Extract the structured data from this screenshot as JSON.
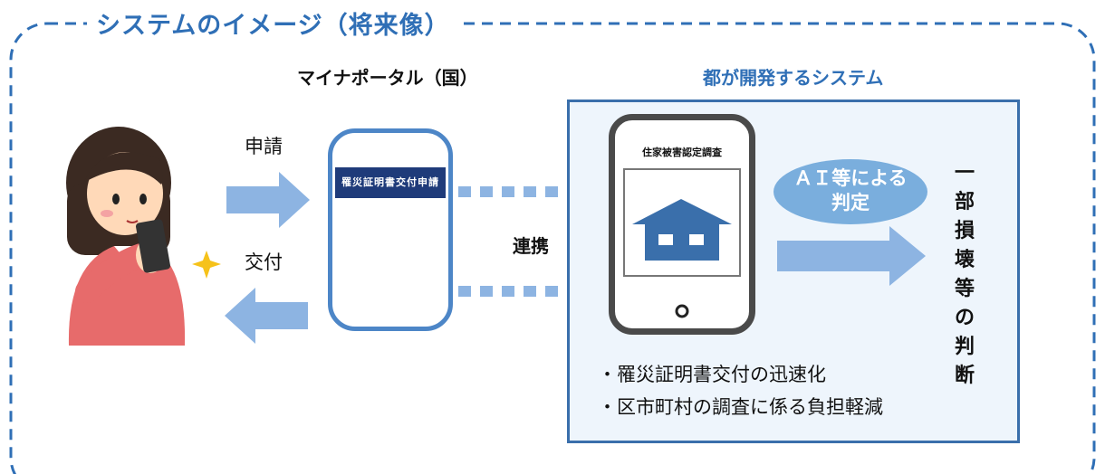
{
  "title": "システムのイメージ（将来像）",
  "portal_label": "マイナポータル（国）",
  "system_label": "都が開発するシステム",
  "apply_label": "申請",
  "issue_label": "交付",
  "link_label": "連携",
  "app_banner": "罹災証明書交付申請",
  "survey_title": "住家被害認定調査",
  "ai_bubble": {
    "line1": "ＡＩ等による",
    "line2": "判定"
  },
  "vertical_result": [
    "一",
    "部",
    "損",
    "壊",
    "等",
    "の",
    "判",
    "断"
  ],
  "bullets": [
    "・罹災証明書交付の迅速化",
    "・区市町村の調査に係る負担軽減"
  ],
  "colors": {
    "accent": "#2f6fb6",
    "arrow": "#8db4e2",
    "banner": "#1f3b7a",
    "bubble": "#7aaedd"
  }
}
